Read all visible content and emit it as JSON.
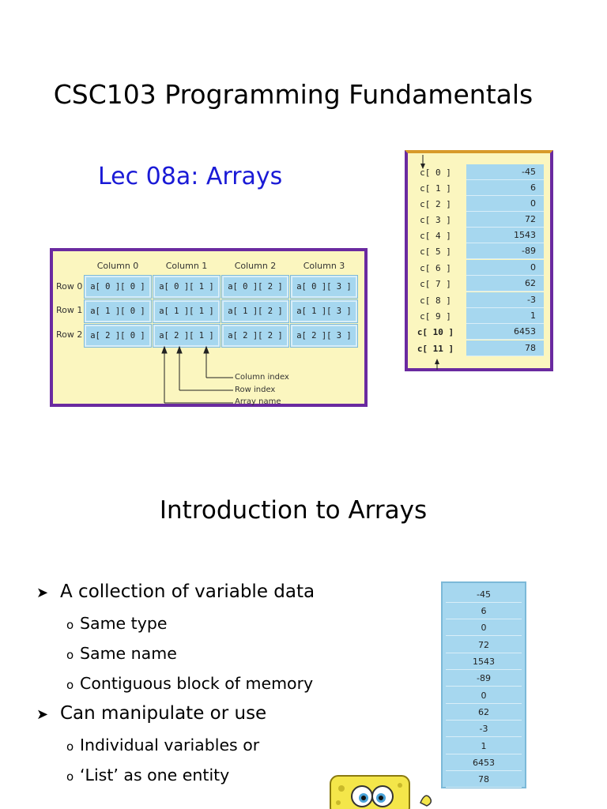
{
  "slide1": {
    "title": "CSC103 Programming Fundamentals",
    "subtitle": "Lec 08a:  Arrays",
    "array2d": {
      "columns": [
        "Column 0",
        "Column 1",
        "Column 2",
        "Column 3"
      ],
      "rows": [
        {
          "label": "Row 0",
          "cells": [
            "a[ 0 ][ 0 ]",
            "a[ 0 ][ 1 ]",
            "a[ 0 ][ 2 ]",
            "a[ 0 ][ 3 ]"
          ]
        },
        {
          "label": "Row 1",
          "cells": [
            "a[ 1 ][ 0 ]",
            "a[ 1 ][ 1 ]",
            "a[ 1 ][ 2 ]",
            "a[ 1 ][ 3 ]"
          ]
        },
        {
          "label": "Row 2",
          "cells": [
            "a[ 2 ][ 0 ]",
            "a[ 2 ][ 1 ]",
            "a[ 2 ][ 2 ]",
            "a[ 2 ][ 3 ]"
          ]
        }
      ],
      "legend": [
        "Column index",
        "Row index",
        "Array name"
      ]
    },
    "array1d": {
      "indices": [
        "c[ 0 ]",
        "c[ 1 ]",
        "c[ 2 ]",
        "c[ 3 ]",
        "c[ 4 ]",
        "c[ 5 ]",
        "c[ 6 ]",
        "c[ 7 ]",
        "c[ 8 ]",
        "c[ 9 ]",
        "c[ 10 ]",
        "c[ 11 ]"
      ],
      "values": [
        "-45",
        "6",
        "0",
        "72",
        "1543",
        "-89",
        "0",
        "62",
        "-3",
        "1",
        "6453",
        "78"
      ]
    }
  },
  "slide2": {
    "title": "Introduction to Arrays",
    "bullets": [
      {
        "text": "A collection of variable data",
        "sub": [
          "Same type",
          "Same name",
          "Contiguous block of memory"
        ]
      },
      {
        "text": "Can manipulate or use",
        "sub": [
          "Individual variables or",
          "‘List’ as one entity"
        ]
      }
    ],
    "array_values": [
      "-45",
      "6",
      "0",
      "72",
      "1543",
      "-89",
      "0",
      "62",
      "-3",
      "1",
      "6453",
      "78"
    ]
  }
}
